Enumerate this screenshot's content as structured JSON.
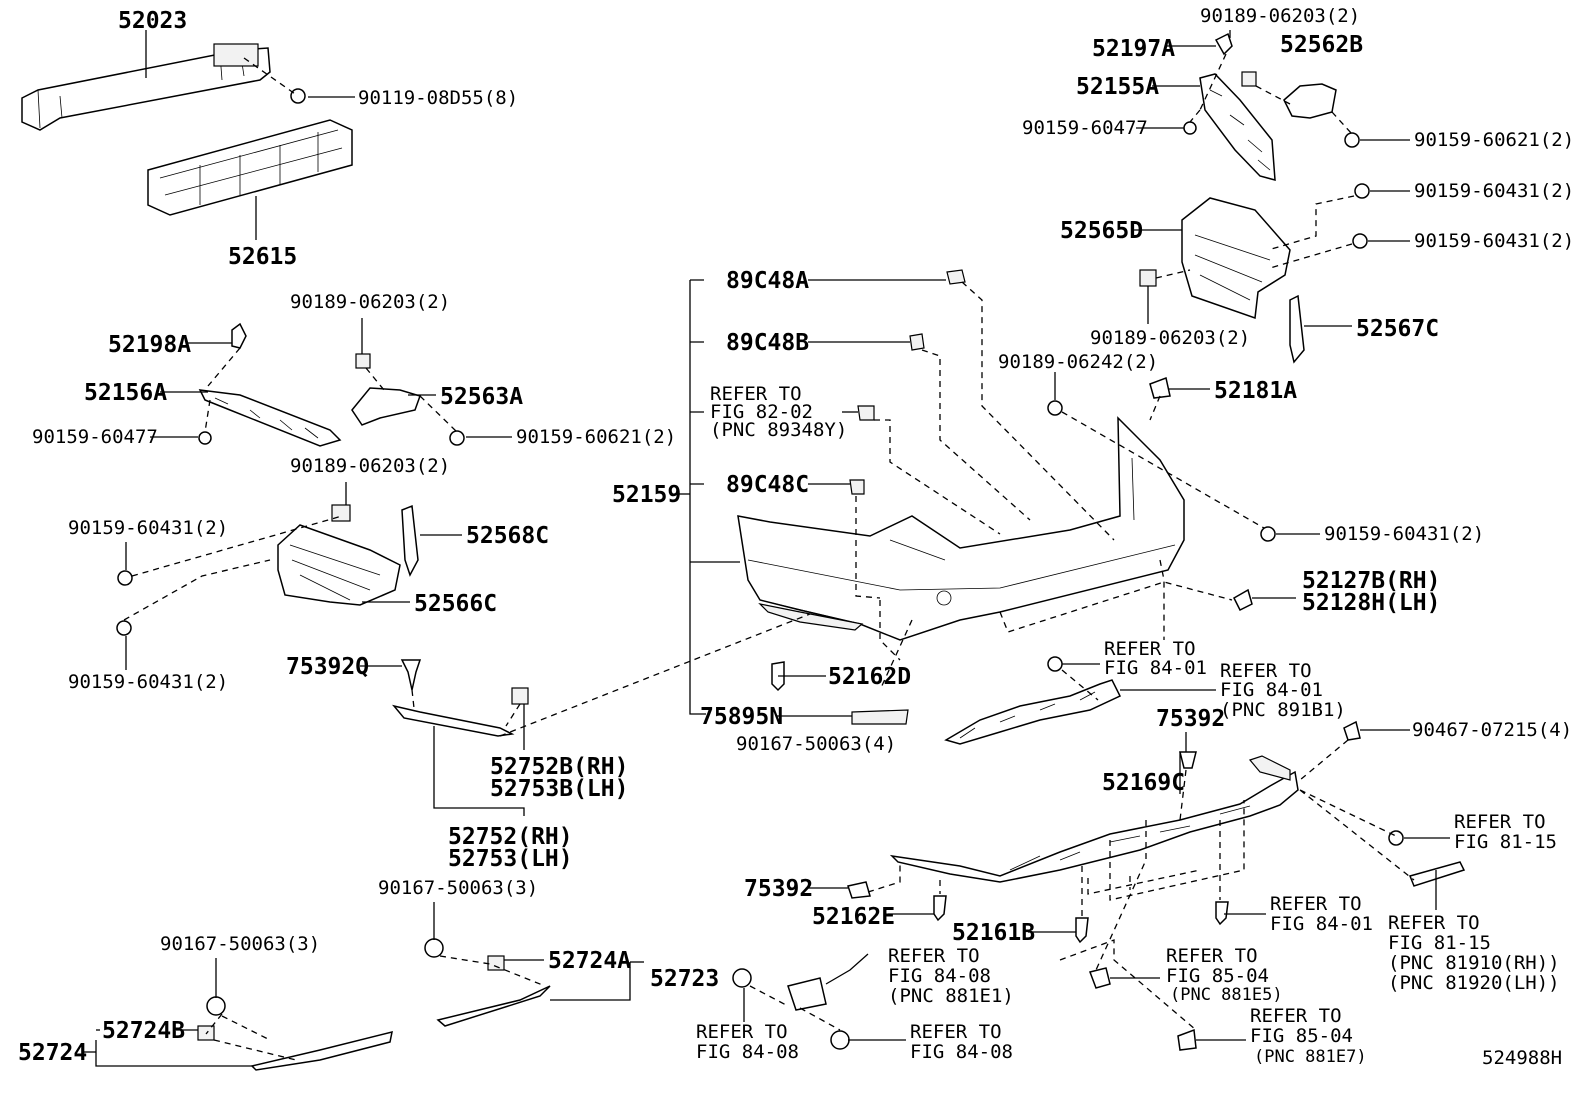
{
  "diagram_id": "524988H",
  "labels": {
    "p52023": "52023",
    "p90119": "90119-08D55(8)",
    "p52615": "52615",
    "p90189_a": "90189-06203(2)",
    "p52198A": "52198A",
    "p52156A": "52156A",
    "p52563A": "52563A",
    "p90159_60477_l": "90159-60477",
    "p90159_60621_l": "90159-60621(2)",
    "p90189_b": "90189-06203(2)",
    "p90159_60431_l1": "90159-60431(2)",
    "p52568C": "52568C",
    "p52566C": "52566C",
    "p90159_60431_l2": "90159-60431(2)",
    "p75392Q": "75392Q",
    "p52752B": "52752B(RH)",
    "p52753B": "52753B(LH)",
    "p52752": "52752(RH)",
    "p52753": "52753(LH)",
    "p90167_3a": "90167-50063(3)",
    "p90167_3b": "90167-50063(3)",
    "p52724A": "52724A",
    "p52723": "52723",
    "p52724B": "52724B",
    "p52724": "52724",
    "p90189_c": "90189-06203(2)",
    "p52197A": "52197A",
    "p52562B": "52562B",
    "p52155A": "52155A",
    "p90159_60477_r": "90159-60477",
    "p90159_60621_r": "90159-60621(2)",
    "p90159_60431_r1": "90159-60431(2)",
    "p52565D": "52565D",
    "p90159_60431_r2": "90159-60431(2)",
    "p90189_d": "90189-06203(2)",
    "p52567C": "52567C",
    "p89C48A": "89C48A",
    "p89C48B": "89C48B",
    "ref8202_1": "REFER TO",
    "ref8202_2": "FIG 82-02",
    "ref8202_3": "(PNC 89348Y)",
    "p52159": "52159",
    "p89C48C": "89C48C",
    "p90189_06242": "90189-06242(2)",
    "p52181A": "52181A",
    "p90159_60431_r3": "90159-60431(2)",
    "p52127B": "52127B(RH)",
    "p52128H": "52128H(LH)",
    "p52162D": "52162D",
    "ref8401a_1": "REFER TO",
    "ref8401a_2": "FIG 84-01",
    "ref8401b_1": "REFER TO",
    "ref8401b_2": "FIG 84-01",
    "ref8401b_3": "(PNC 891B1)",
    "p75895N": "75895N",
    "p90167_4": "90167-50063(4)",
    "p75392_a": "75392",
    "p90467": "90467-07215(4)",
    "p52169C": "52169C",
    "ref8115a_1": "REFER TO",
    "ref8115a_2": "FIG 81-15",
    "p75392_b": "75392",
    "p52162E": "52162E",
    "p52161B": "52161B",
    "ref8401c_1": "REFER TO",
    "ref8401c_2": "FIG 84-01",
    "ref8115b_1": "REFER TO",
    "ref8115b_2": "FIG 81-15",
    "ref8115b_3": "(PNC 81910(RH))",
    "ref8115b_4": "(PNC 81920(LH))",
    "ref8408a_1": "REFER TO",
    "ref8408a_2": "FIG 84-08",
    "ref8408a_3": "(PNC 881E1)",
    "ref8504a_1": "REFER TO",
    "ref8504a_2": "FIG 85-04",
    "ref8504a_3": "(PNC 881E5)",
    "ref8408b_1": "REFER TO",
    "ref8408b_2": "FIG 84-08",
    "ref8408c_1": "REFER TO",
    "ref8408c_2": "FIG 84-08",
    "ref8504b_1": "REFER TO",
    "ref8504b_2": "FIG 85-04",
    "ref8504b_3": "(PNC 881E7)"
  }
}
